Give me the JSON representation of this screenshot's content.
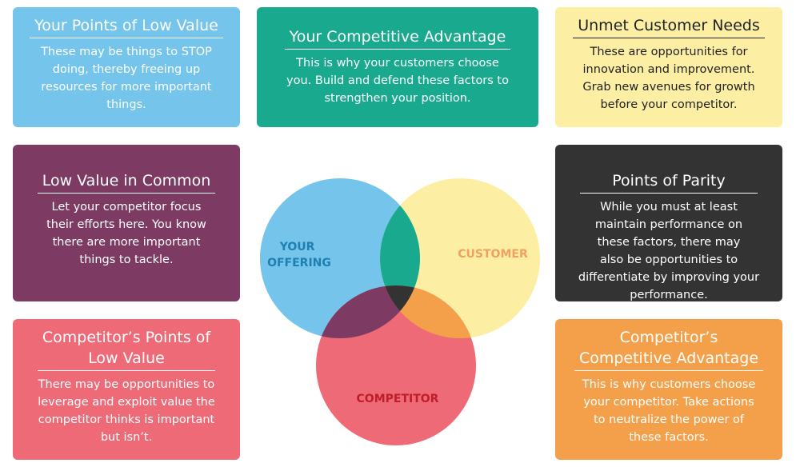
{
  "colors": {
    "offering": "#74c4ec",
    "customer": "#fcefa4",
    "competitor": "#ef6a77",
    "offering_customer": "#19a98f",
    "offering_competitor": "#7d3b64",
    "customer_competitor": "#f4a04a",
    "center": "#333333",
    "offering_label": "#1e7fb0",
    "customer_label": "#f0a060",
    "competitor_label": "#c01c2c"
  },
  "cards": {
    "low_value": {
      "title": "Your Points of Low Value",
      "lines": [
        "These may be things to STOP",
        "doing, thereby freeing up",
        "resources for more important",
        "things."
      ]
    },
    "competitive_advantage": {
      "title": "Your Competitive Advantage",
      "lines": [
        "This is why your customers choose",
        "you. Build and defend these factors to",
        "strengthen your position."
      ]
    },
    "unmet_needs": {
      "title": "Unmet Customer Needs",
      "lines": [
        "These are opportunities for",
        "innovation and improvement.",
        "Grab new avenues for growth",
        "before your competitor."
      ]
    },
    "low_value_common": {
      "title": "Low Value in Common",
      "lines": [
        "Let your competitor focus",
        "their efforts here. You know",
        "there are more important",
        "things to tackle."
      ]
    },
    "parity": {
      "title": "Points of Parity",
      "lines": [
        "While you must at least",
        "maintain performance on",
        "these factors, there may",
        "also be opportunities to",
        "differentiate by improving your",
        "performance."
      ]
    },
    "competitor_low_value": {
      "title_lines": [
        "Competitor’s Points of",
        "Low Value"
      ],
      "lines": [
        "There may be opportunities to",
        "leverage and exploit value the",
        "competitor thinks is important",
        "but isn’t."
      ]
    },
    "competitor_advantage": {
      "title_lines": [
        "Competitor’s",
        "Competitive Advantage"
      ],
      "lines": [
        "This is why customers choose",
        "your competitor. Take actions",
        "to neutralize the power of",
        "these factors."
      ]
    }
  },
  "venn": {
    "offering_label_lines": [
      "YOUR",
      "OFFERING"
    ],
    "customer_label": "CUSTOMER",
    "competitor_label": "COMPETITOR"
  }
}
